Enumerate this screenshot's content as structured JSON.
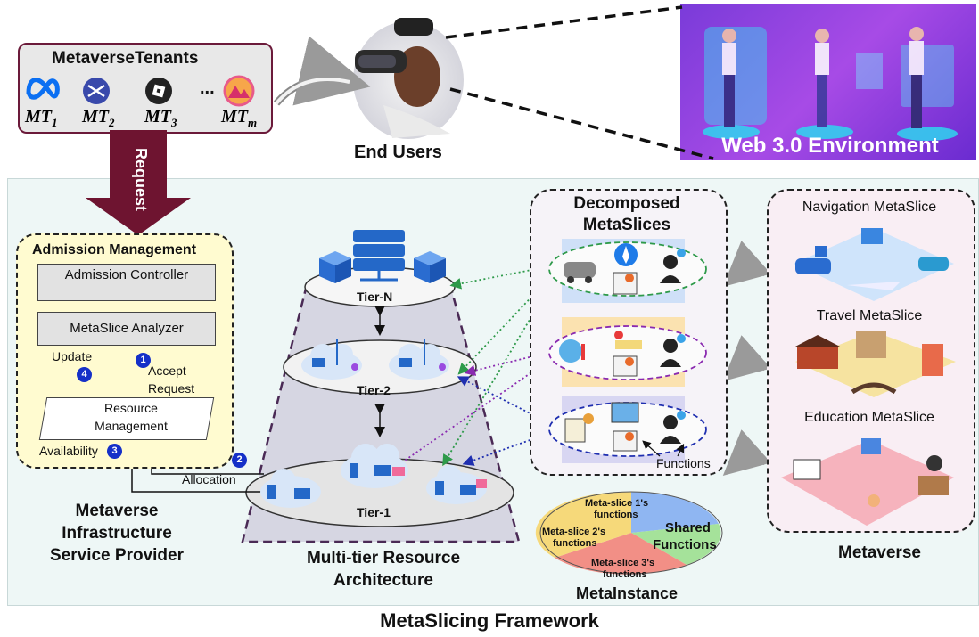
{
  "tenants": {
    "title": "MetaverseTenants",
    "labels": [
      "MT",
      "MT",
      "MT",
      "MT"
    ],
    "subs": [
      "1",
      "2",
      "3",
      "m"
    ],
    "ellipsis": "..."
  },
  "end_users": {
    "label": "End Users"
  },
  "web3": {
    "label": "Web 3.0 Environment"
  },
  "request": {
    "label": "Request"
  },
  "admission": {
    "title": "Admission Management",
    "controller": "Admission Controller",
    "analyzer": "MetaSlice Analyzer",
    "resource_line1": "Resource",
    "resource_line2": "Management",
    "update": "Update",
    "accept_line1": "Accept",
    "accept_line2": "Request",
    "availability": "Availability",
    "allocation": "Allocation",
    "badges": [
      "1",
      "2",
      "3",
      "4"
    ]
  },
  "provider": {
    "line1": "Metaverse",
    "line2": "Infrastructure",
    "line3": "Service Provider"
  },
  "tiers": {
    "n": "Tier-N",
    "t2": "Tier-2",
    "t1": "Tier-1"
  },
  "architecture": {
    "line1": "Multi-tier Resource",
    "line2": "Architecture"
  },
  "decomposed": {
    "line1": "Decomposed",
    "line2": "MetaSlices",
    "functions": "Functions"
  },
  "metainstance": {
    "label": "MetaInstance",
    "s1": "Meta-slice 1's",
    "s1b": "functions",
    "s2": "Meta-slice 2's",
    "s2b": "functions",
    "s3": "Meta-slice 3's",
    "s3b": "functions",
    "shared1": "Shared",
    "shared2": "Functions"
  },
  "metaverse": {
    "label": "Metaverse",
    "nav": "Navigation MetaSlice",
    "travel": "Travel MetaSlice",
    "education": "Education MetaSlice"
  },
  "framework": {
    "label": "MetaSlicing Framework"
  },
  "colors": {
    "maroon": "#6e1430",
    "badge": "#1530c8",
    "green": "#2e9a4a",
    "purple": "#8a2ab0",
    "blue": "#1f2fb0"
  }
}
